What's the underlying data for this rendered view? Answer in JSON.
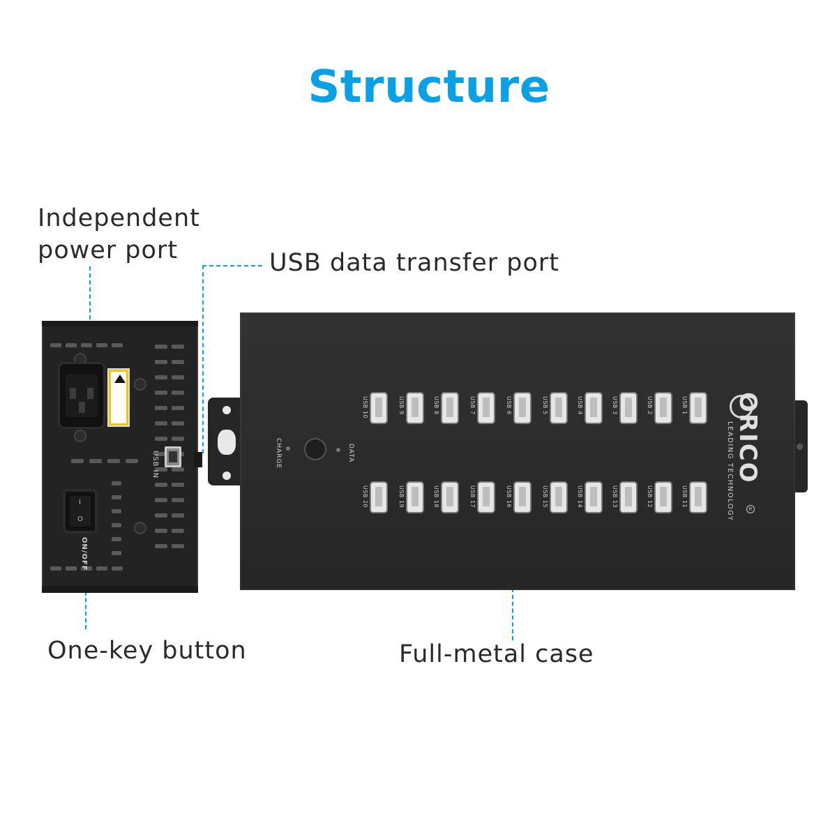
{
  "title": "Structure",
  "labels": {
    "power_port_line1": "Independent",
    "power_port_line2": "power port",
    "usb_port": "USB data transfer port",
    "one_key": "One-key button",
    "case": "Full-metal case"
  },
  "side_panel": {
    "usb_in": "USB IN",
    "switch": "ON/OFF",
    "switch_on": "I",
    "switch_off": "O"
  },
  "hub": {
    "brand": "ORICO",
    "tagline": "LEADING TECHNOLOGY",
    "charge_label": "CHARGE",
    "data_label": "DATA",
    "registered": "R",
    "ports_top": [
      "USB 10",
      "USB 9",
      "USB 8",
      "USB 7",
      "USB 6",
      "USB 5",
      "USB 4",
      "USB 3",
      "USB 2",
      "USB 1"
    ],
    "ports_bottom": [
      "USB 20",
      "USB 19",
      "USB 18",
      "USB 17",
      "USB 16",
      "USB 15",
      "USB 14",
      "USB 13",
      "USB 12",
      "USB 11"
    ]
  },
  "colors": {
    "accent": "#0aa0e6",
    "device": "#2a2a2a"
  }
}
